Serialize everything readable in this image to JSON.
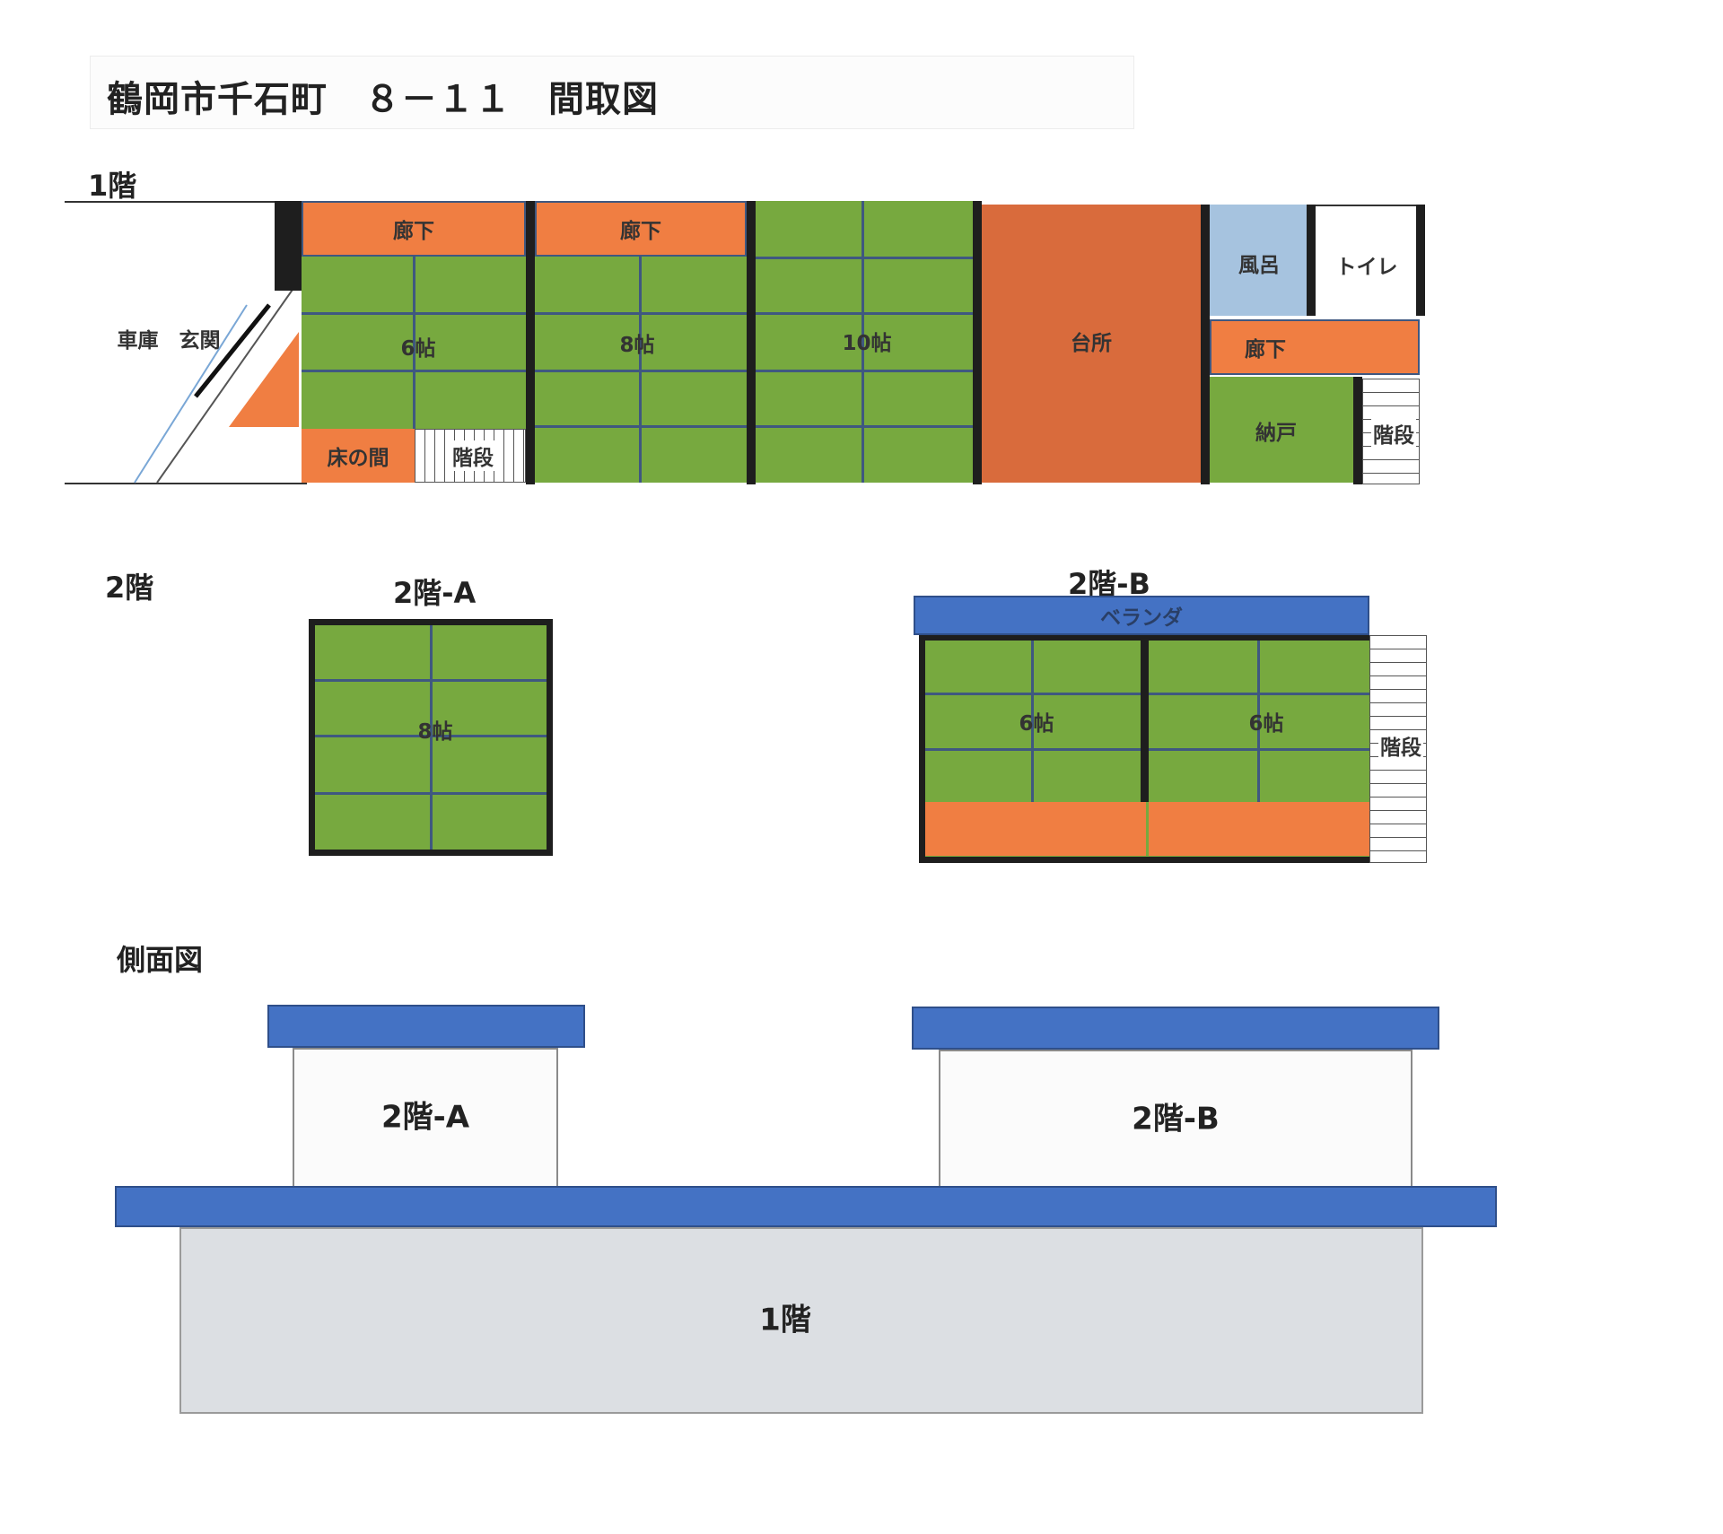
{
  "title": "鶴岡市千石町　８－１１　間取図",
  "floor1": {
    "heading": "1階",
    "garage_entrance": "車庫　玄関",
    "hall_1": "廊下",
    "hall_2": "廊下",
    "room_6": "6帖",
    "room_8": "8帖",
    "room_10": "10帖",
    "tokonoma": "床の間",
    "stairs_1": "階段",
    "kitchen": "台所",
    "bath": "風呂",
    "toilet": "トイレ",
    "hall_3": "廊下",
    "storage": "納戸",
    "stairs_2": "階段"
  },
  "floor2": {
    "heading": "2階",
    "a_heading": "2階-A",
    "a_room": "8帖",
    "b_heading": "2階-B",
    "veranda": "ベランダ",
    "b_room_1": "6帖",
    "b_room_2": "6帖",
    "b_stairs": "階段"
  },
  "side_view": {
    "heading": "側面図",
    "box_a": "2階-A",
    "box_b": "2階-B",
    "base": "1階"
  },
  "colors": {
    "tatami": "#77a93f",
    "hallway": "#f07e42",
    "kitchen": "#d96b3c",
    "bath": "#a6c3df",
    "roof": "#4472c4",
    "first_floor_side": "#dcdfe3"
  }
}
